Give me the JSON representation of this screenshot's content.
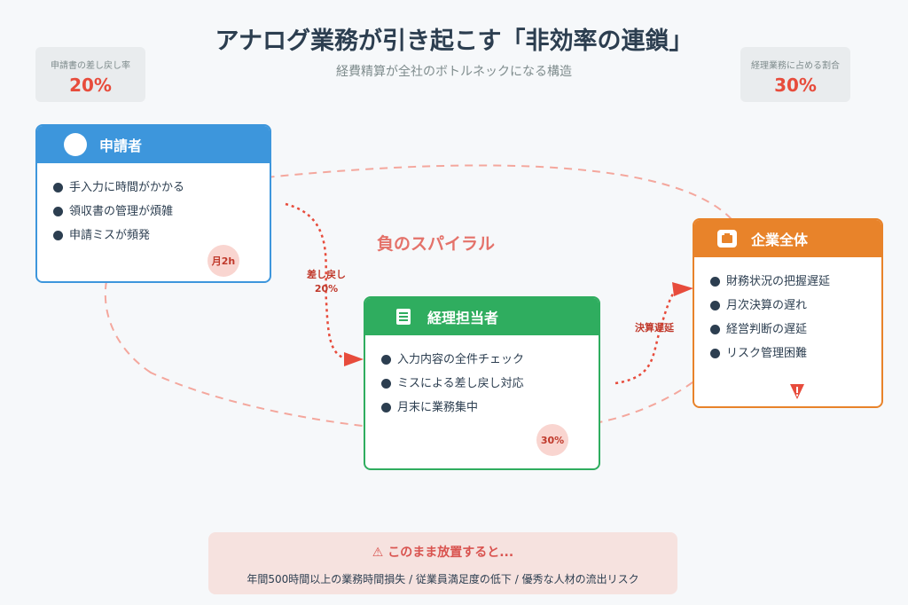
{
  "header": {
    "title": "アナログ業務が引き起こす「非効率の連鎖」",
    "subtitle": "経費精算が全社のボトルネックになる構造"
  },
  "stats": {
    "left": {
      "label": "申請書の差し戻し率",
      "value": "20%"
    },
    "right": {
      "label": "経理業務に占める割合",
      "value": "30%"
    }
  },
  "applicant": {
    "title": "申請者",
    "items": [
      "手入力に時間がかかる",
      "領収書の管理が煩雑",
      "申請ミスが頻発"
    ],
    "badge": "月2h",
    "color": "#3d96dc"
  },
  "accounting": {
    "title": "経理担当者",
    "items": [
      "入力内容の全件チェック",
      "ミスによる差し戻し対応",
      "月末に業務集中"
    ],
    "badge": "30%",
    "color": "#2fad5f"
  },
  "company": {
    "title": "企業全体",
    "items": [
      "財務状況の把握遅延",
      "月次決算の遅れ",
      "経営判断の遅延",
      "リスク管理困難"
    ],
    "color": "#e8832a"
  },
  "diagram": {
    "spiral_label": "負のスパイラル",
    "flow_return_line1": "差し戻し",
    "flow_return_line2": "20%",
    "flow_delay": "決算遅延"
  },
  "warning": {
    "title": "⚠ このまま放置すると...",
    "text": "年間500時間以上の業務時間損失 / 従業員満足度の低下 / 優秀な人材の流出リスク"
  },
  "icons": {
    "applicant": "user-icon",
    "accounting": "document-icon",
    "company": "briefcase-icon",
    "alert": "warning-icon"
  },
  "colors": {
    "accent": "#e74c3c",
    "spiral": "#f4a79d"
  }
}
